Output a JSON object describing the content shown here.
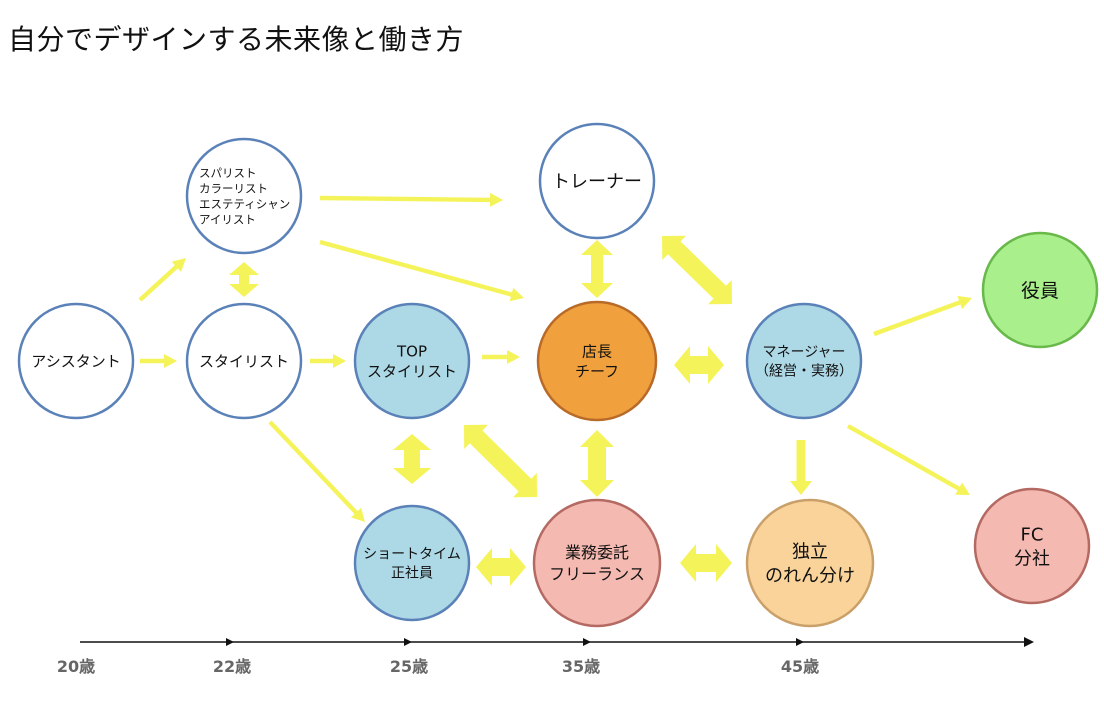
{
  "title": "自分でデザインする未来像と働き方",
  "colors": {
    "white": "#ffffff",
    "blue": "#add8e6",
    "orange": "#f0a03c",
    "pink": "#f4b9b0",
    "peach": "#f9d39a",
    "green": "#a9ef8c",
    "border_blue": "#5b82b8",
    "border_orange": "#b86a28",
    "border_pink": "#b46a62",
    "border_peach": "#caa06a",
    "border_green": "#68b84a",
    "arrow": "#f5f35a"
  },
  "nodes": [
    {
      "id": "assistant",
      "lines": [
        "アシスタント"
      ],
      "fill": "white",
      "border": "border_blue"
    },
    {
      "id": "specialist",
      "lines": [
        "スパリスト",
        "カラーリスト",
        "エステティシャン",
        "アイリスト"
      ],
      "fill": "white",
      "border": "border_blue"
    },
    {
      "id": "stylist",
      "lines": [
        "スタイリスト"
      ],
      "fill": "white",
      "border": "border_blue"
    },
    {
      "id": "top-stylist",
      "lines": [
        "TOP",
        "スタイリスト"
      ],
      "fill": "blue",
      "border": "border_blue"
    },
    {
      "id": "trainer",
      "lines": [
        "トレーナー"
      ],
      "fill": "white",
      "border": "border_blue"
    },
    {
      "id": "manager-chief",
      "lines": [
        "店長",
        "チーフ"
      ],
      "fill": "orange",
      "border": "border_orange"
    },
    {
      "id": "manager",
      "lines": [
        "マネージャー",
        "（経営・実務）"
      ],
      "fill": "blue",
      "border": "border_blue"
    },
    {
      "id": "executive",
      "lines": [
        "役員"
      ],
      "fill": "green",
      "border": "border_green"
    },
    {
      "id": "short-time",
      "lines": [
        "ショートタイム",
        "正社員"
      ],
      "fill": "blue",
      "border": "border_blue"
    },
    {
      "id": "freelance",
      "lines": [
        "業務委託",
        "フリーランス"
      ],
      "fill": "pink",
      "border": "border_pink"
    },
    {
      "id": "independent",
      "lines": [
        "独立",
        "のれん分け"
      ],
      "fill": "peach",
      "border": "border_peach"
    },
    {
      "id": "fc",
      "lines": [
        "FC",
        "分社"
      ],
      "fill": "pink",
      "border": "border_pink"
    }
  ],
  "ages": [
    "20歳",
    "22歳",
    "25歳",
    "35歳",
    "45歳"
  ]
}
